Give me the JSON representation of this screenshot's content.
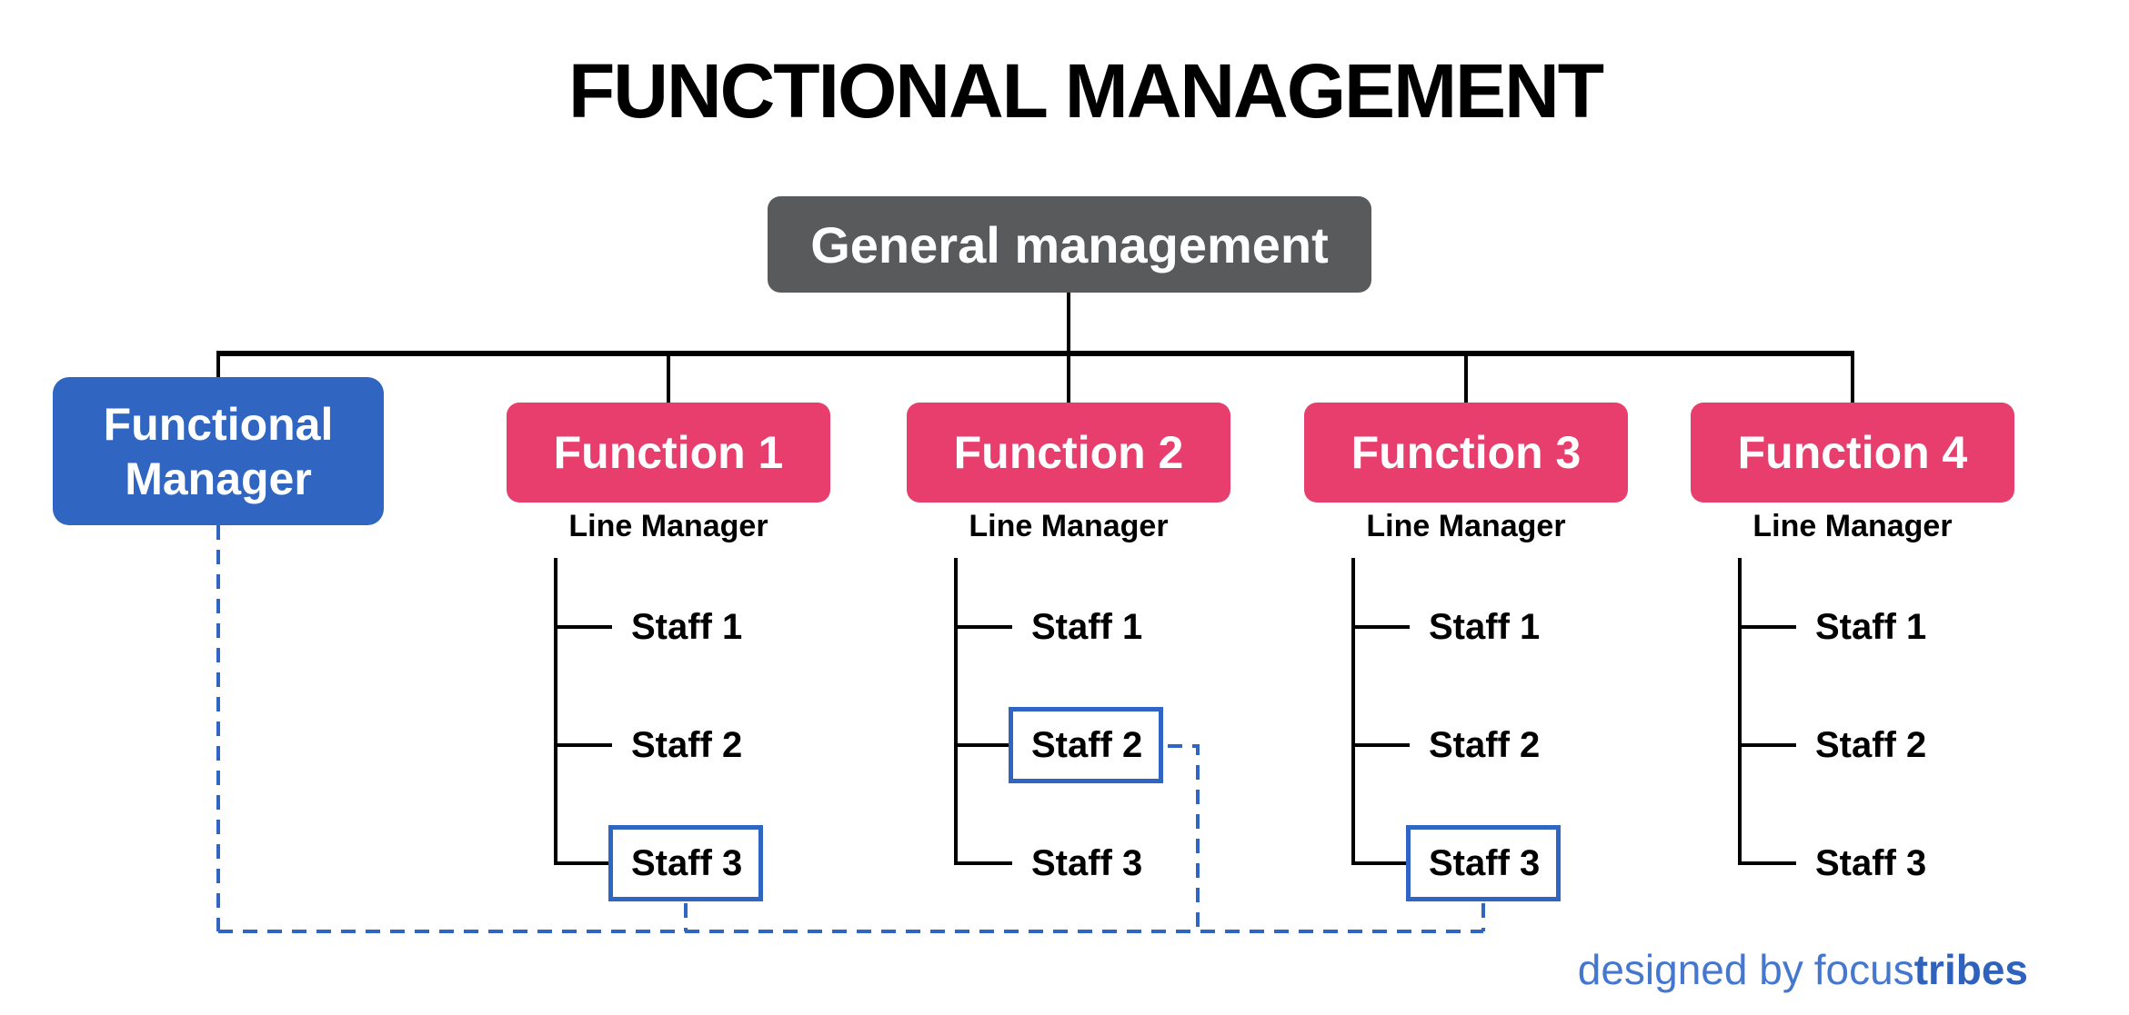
{
  "title": "FUNCTIONAL MANAGEMENT",
  "root": {
    "label": "General management"
  },
  "functional_manager": {
    "label": "Functional Manager"
  },
  "functions": [
    {
      "label": "Function 1",
      "sublabel": "Line Manager",
      "staff": [
        "Staff 1",
        "Staff 2",
        "Staff 3"
      ],
      "highlighted_staff": "Staff 3"
    },
    {
      "label": "Function 2",
      "sublabel": "Line Manager",
      "staff": [
        "Staff 1",
        "Staff 2",
        "Staff 3"
      ],
      "highlighted_staff": "Staff 2"
    },
    {
      "label": "Function 3",
      "sublabel": "Line Manager",
      "staff": [
        "Staff 1",
        "Staff 2",
        "Staff 3"
      ],
      "highlighted_staff": "Staff 3"
    },
    {
      "label": "Function 4",
      "sublabel": "Line Manager",
      "staff": [
        "Staff 1",
        "Staff 2",
        "Staff 3"
      ],
      "highlighted_staff": null
    }
  ],
  "footer": {
    "prefix": "designed by",
    "brand_light": "focus",
    "brand_bold": "tribes"
  },
  "colors": {
    "function_box": "#E73E6D",
    "manager_box": "#3066C1",
    "root_box": "#595A5C",
    "connector": "#000000",
    "dashed_link": "#3066C1",
    "footer_light": "#4677CF",
    "footer_bold": "#2F62BD"
  }
}
